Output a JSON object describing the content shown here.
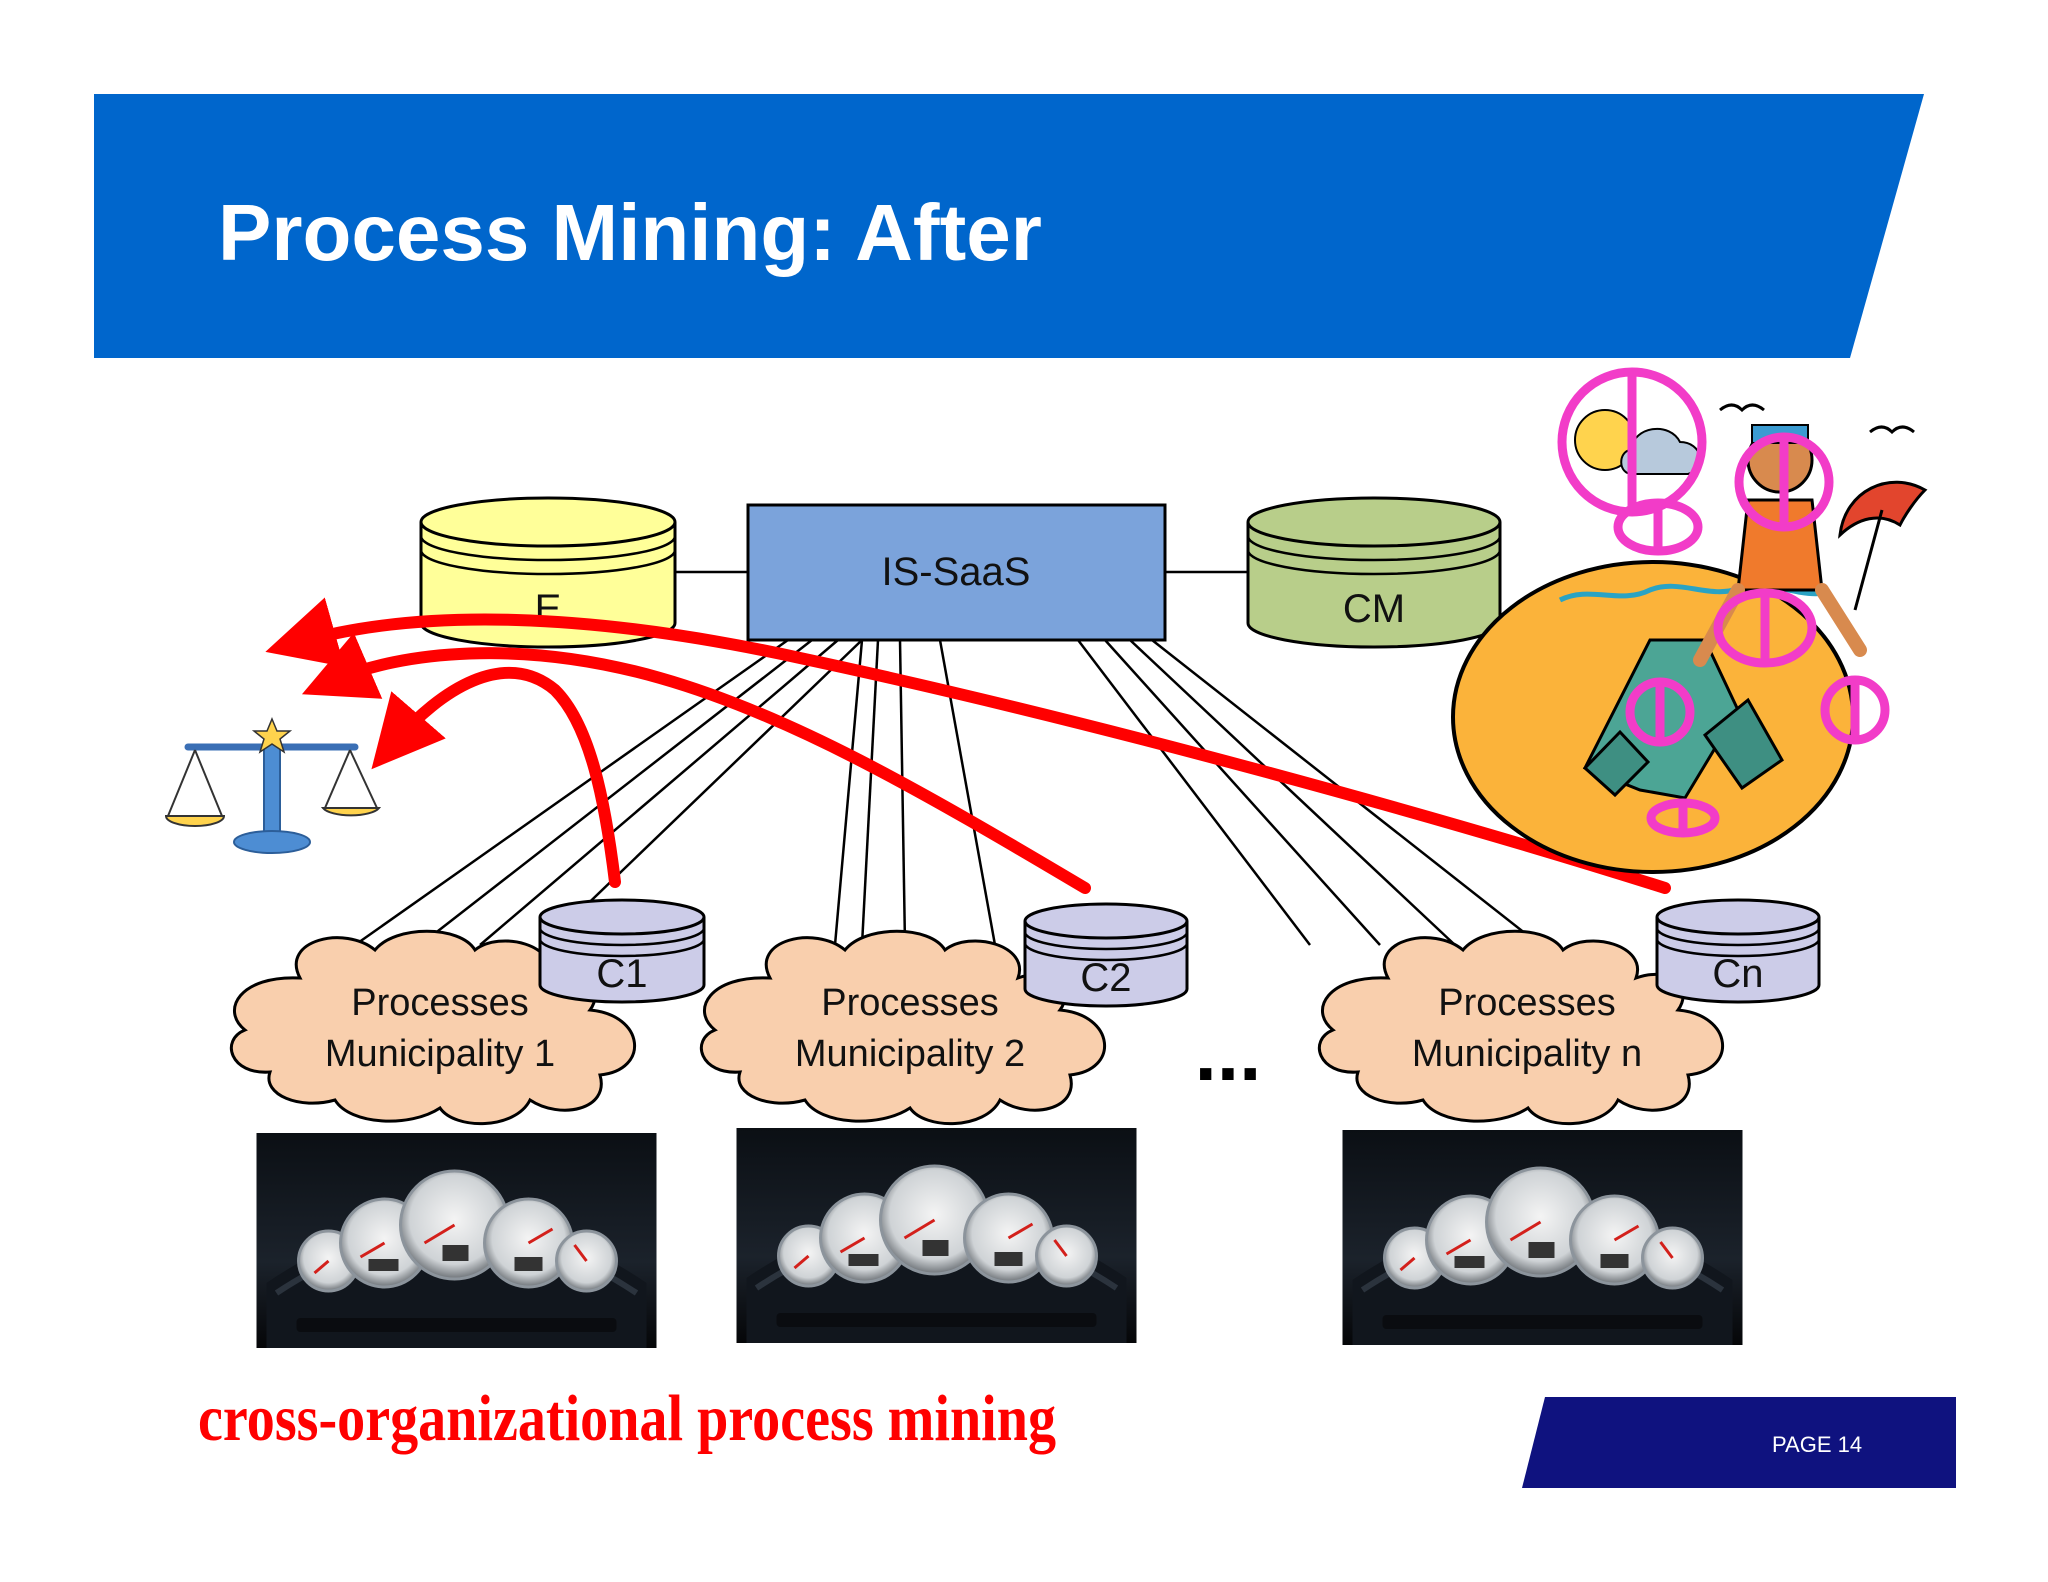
{
  "slide": {
    "title": "Process Mining: After",
    "caption": "cross-organizational process mining",
    "page_label": "PAGE 14"
  },
  "nodes": {
    "central_system": "IS-SaaS",
    "databases": {
      "e": "E",
      "cm": "CM",
      "c1": "C1",
      "c2": "C2",
      "cn": "Cn"
    },
    "municipalities": [
      {
        "line1": "Processes",
        "line2": "Municipality 1"
      },
      {
        "line1": "Processes",
        "line2": "Municipality 2"
      },
      {
        "line1": "Processes",
        "line2": "Municipality n"
      }
    ],
    "ellipsis": "..."
  },
  "images": {
    "scale": "justice-scale-icon",
    "beach": "beach-figure-illustration",
    "dashboard": "car-dashboard-gauges-photo"
  },
  "colors": {
    "header_blue": "#0066CC",
    "footer_navy": "#0F127F",
    "arrow_red": "#FF0000",
    "db_e_fill": "#FFFF99",
    "db_cm_fill": "#B8CE8A",
    "db_c_fill": "#CCCCE8",
    "saas_fill": "#7BA3DB",
    "cloud_fill": "#F9CFAD",
    "peace_pink": "#F23CC8"
  }
}
